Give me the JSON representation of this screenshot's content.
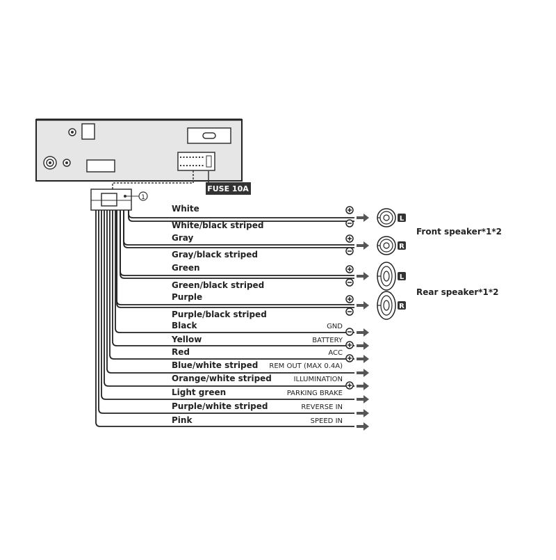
{
  "unit": {
    "fuse_label": "FUSE 10A",
    "callout_number": "1"
  },
  "speaker_groups": [
    {
      "label": "Front speaker*1*2"
    },
    {
      "label": "Rear speaker*1*2"
    }
  ],
  "speaker_wires": [
    {
      "label": "White",
      "sign": "+",
      "channel": "L"
    },
    {
      "label": "White/black striped",
      "sign": "−",
      "channel": "L"
    },
    {
      "label": "Gray",
      "sign": "+",
      "channel": "R"
    },
    {
      "label": "Gray/black striped",
      "sign": "−",
      "channel": "R"
    },
    {
      "label": "Green",
      "sign": "+",
      "channel": "L"
    },
    {
      "label": "Green/black striped",
      "sign": "−",
      "channel": "L"
    },
    {
      "label": "Purple",
      "sign": "+",
      "channel": "R"
    },
    {
      "label": "Purple/black striped",
      "sign": "−",
      "channel": "R"
    }
  ],
  "function_wires": [
    {
      "label": "Black",
      "function": "GND",
      "sign": "−"
    },
    {
      "label": "Yellow",
      "function": "BATTERY",
      "sign": "+"
    },
    {
      "label": "Red",
      "function": "ACC",
      "sign": "+"
    },
    {
      "label": "Blue/white striped",
      "function": "REM OUT (MAX 0.4A)",
      "sign": ""
    },
    {
      "label": "Orange/white striped",
      "function": "ILLUMINATION",
      "sign": "+"
    },
    {
      "label": "Light green",
      "function": "PARKING BRAKE",
      "sign": ""
    },
    {
      "label": "Purple/white striped",
      "function": "REVERSE IN",
      "sign": ""
    },
    {
      "label": "Pink",
      "function": "SPEED IN",
      "sign": ""
    }
  ],
  "colors": {
    "line": "#222222",
    "arrow": "#555555",
    "badge": "#333333"
  }
}
